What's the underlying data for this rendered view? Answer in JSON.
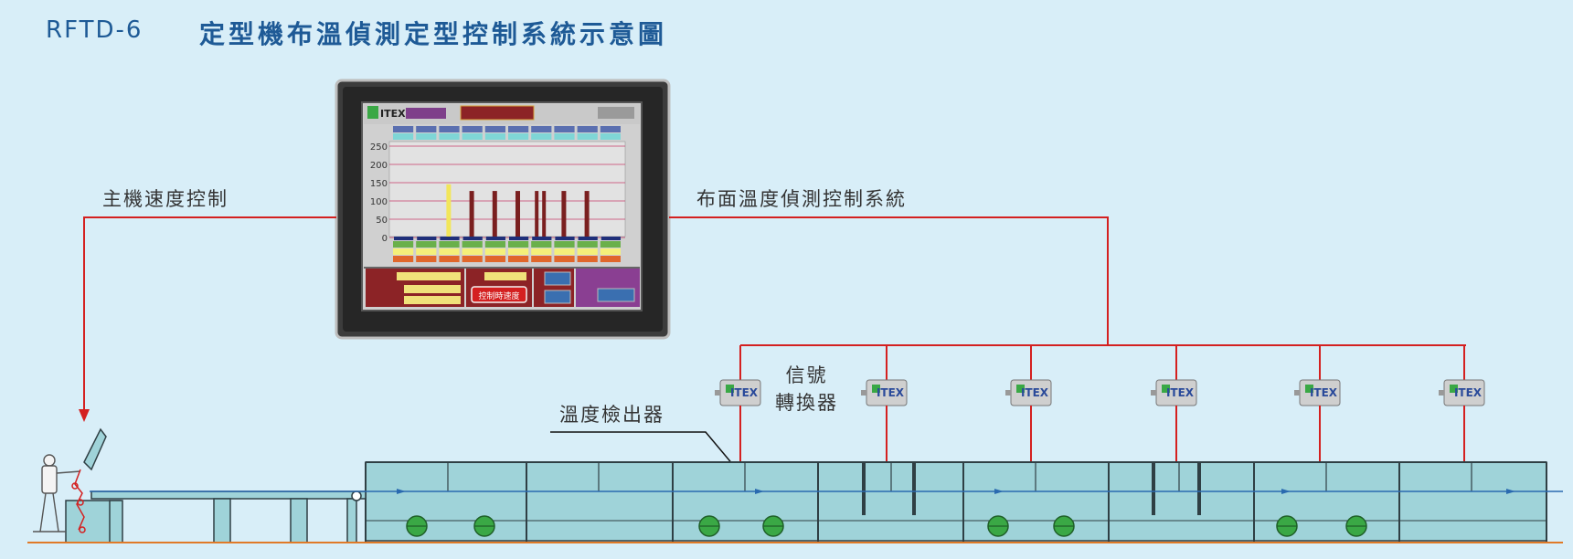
{
  "title": {
    "code": "RFTD-6",
    "text": "定型機布溫偵測定型控制系統示意圖"
  },
  "labels": {
    "speed_control": "主機速度控制",
    "temp_system": "布面溫度偵測控制系統",
    "sensor": "溫度檢出器",
    "converter_line1": "信號",
    "converter_line2": "轉換器"
  },
  "brand": "ITEX",
  "hmi": {
    "y_ticks": [
      "250",
      "200",
      "150",
      "100",
      "50",
      "0"
    ],
    "bar_levels": [
      0,
      0,
      0.55,
      0.48,
      0.48,
      0.48,
      0.48,
      0.48,
      0.48,
      0.48
    ],
    "bar_kind": [
      "none",
      "none",
      "yellow",
      "dark",
      "dark",
      "dark",
      "dark2",
      "dark",
      "dark",
      "none"
    ],
    "button_label": "控制時速度"
  },
  "colors": {
    "background": "#d8eef8",
    "signal_line": "#d42020",
    "title": "#1e5a96",
    "machine_fill": "#9fd3d9",
    "roller": "#3aa845",
    "cloth_line": "#2a6ab0"
  },
  "converters": 6
}
